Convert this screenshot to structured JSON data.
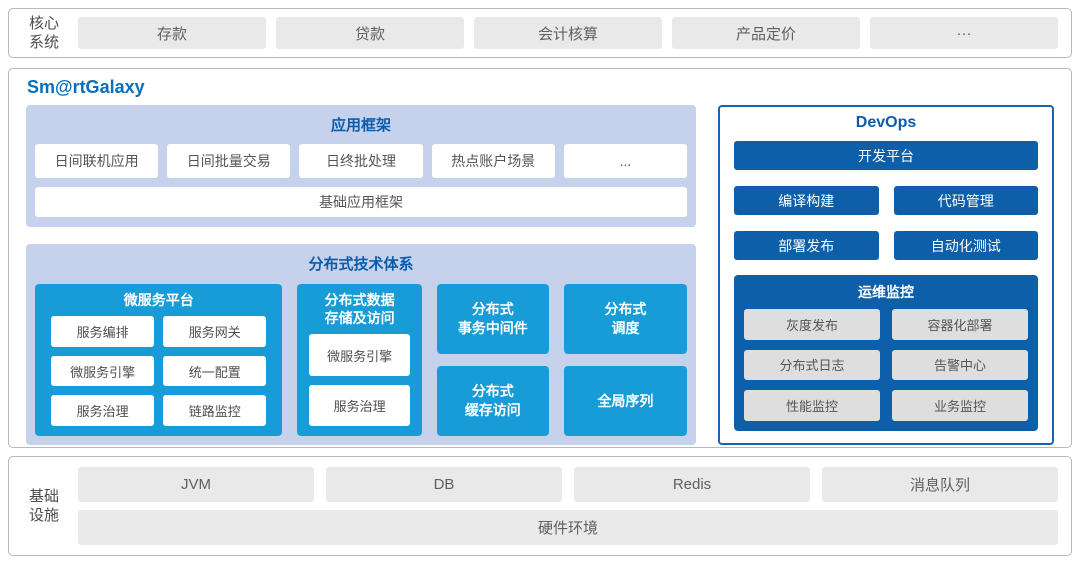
{
  "colors": {
    "cyan": "#189cd8",
    "dark_blue": "#0d5fa9",
    "section_bg": "#c6d1ec",
    "section_title_blue": "#0b5cab",
    "galaxy_title_blue": "#0a6ebc",
    "devops_border_blue": "#1566b0",
    "gray_box_bg": "#e9e9e9"
  },
  "core_systems": {
    "label": "核心\n系统",
    "items": [
      "存款",
      "贷款",
      "会计核算",
      "产品定价",
      "···"
    ]
  },
  "platform": {
    "title": "Sm@rtGalaxy",
    "app_framework": {
      "title": "应用框架",
      "items": [
        "日间联机应用",
        "日间批量交易",
        "日终批处理",
        "热点账户场景",
        "..."
      ],
      "base": "基础应用框架"
    },
    "distributed": {
      "title": "分布式技术体系",
      "microservice": {
        "title": "微服务平台",
        "items": [
          "服务编排",
          "服务网关",
          "微服务引擎",
          "统一配置",
          "服务治理",
          "链路监控"
        ]
      },
      "storage": {
        "title": "分布式数据\n存储及访问",
        "items": [
          "微服务引擎",
          "服务治理"
        ]
      },
      "cells": [
        "分布式\n事务中间件",
        "分布式\n调度",
        "分布式\n缓存访问",
        "全局序列"
      ]
    },
    "devops": {
      "title": "DevOps",
      "dev_platform": "开发平台",
      "tools": [
        "编译构建",
        "代码管理",
        "部署发布",
        "自动化测试"
      ],
      "ops_monitoring": {
        "title": "运维监控",
        "items": [
          "灰度发布",
          "容器化部署",
          "分布式日志",
          "告警中心",
          "性能监控",
          "业务监控"
        ]
      }
    }
  },
  "infrastructure": {
    "label": "基础\n设施",
    "items": [
      "JVM",
      "DB",
      "Redis",
      "消息队列"
    ],
    "base": "硬件环境"
  }
}
